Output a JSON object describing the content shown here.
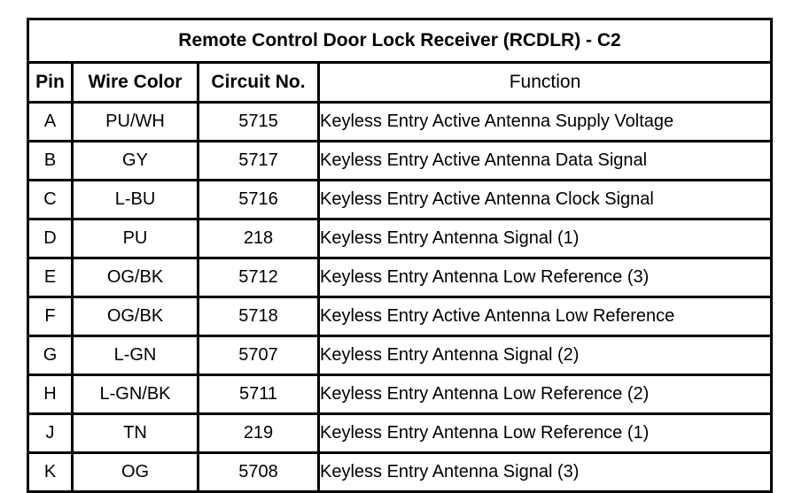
{
  "table": {
    "title": "Remote Control Door Lock Receiver (RCDLR) - C2",
    "columns": [
      {
        "key": "pin",
        "label": "Pin"
      },
      {
        "key": "wire_color",
        "label": "Wire Color"
      },
      {
        "key": "circuit_no",
        "label": "Circuit No."
      },
      {
        "key": "function",
        "label": "Function"
      }
    ],
    "rows": [
      {
        "pin": "A",
        "wire_color": "PU/WH",
        "circuit_no": "5715",
        "function": "Keyless Entry Active Antenna Supply Voltage"
      },
      {
        "pin": "B",
        "wire_color": "GY",
        "circuit_no": "5717",
        "function": "Keyless Entry Active Antenna Data Signal"
      },
      {
        "pin": "C",
        "wire_color": "L-BU",
        "circuit_no": "5716",
        "function": "Keyless Entry Active Antenna Clock Signal"
      },
      {
        "pin": "D",
        "wire_color": "PU",
        "circuit_no": "218",
        "function": "Keyless Entry Antenna Signal (1)"
      },
      {
        "pin": "E",
        "wire_color": "OG/BK",
        "circuit_no": "5712",
        "function": "Keyless Entry Antenna Low Reference (3)"
      },
      {
        "pin": "F",
        "wire_color": "OG/BK",
        "circuit_no": "5718",
        "function": "Keyless Entry Active Antenna Low Reference"
      },
      {
        "pin": "G",
        "wire_color": "L-GN",
        "circuit_no": "5707",
        "function": "Keyless Entry Antenna Signal (2)"
      },
      {
        "pin": "H",
        "wire_color": "L-GN/BK",
        "circuit_no": "5711",
        "function": "Keyless Entry Antenna Low Reference (2)"
      },
      {
        "pin": "J",
        "wire_color": "TN",
        "circuit_no": "219",
        "function": "Keyless Entry Antenna Low Reference (1)"
      },
      {
        "pin": "K",
        "wire_color": "OG",
        "circuit_no": "5708",
        "function": "Keyless Entry Antenna Signal (3)"
      }
    ]
  },
  "colors": {
    "border": "#000000",
    "background": "#ffffff",
    "text": "#000000"
  }
}
